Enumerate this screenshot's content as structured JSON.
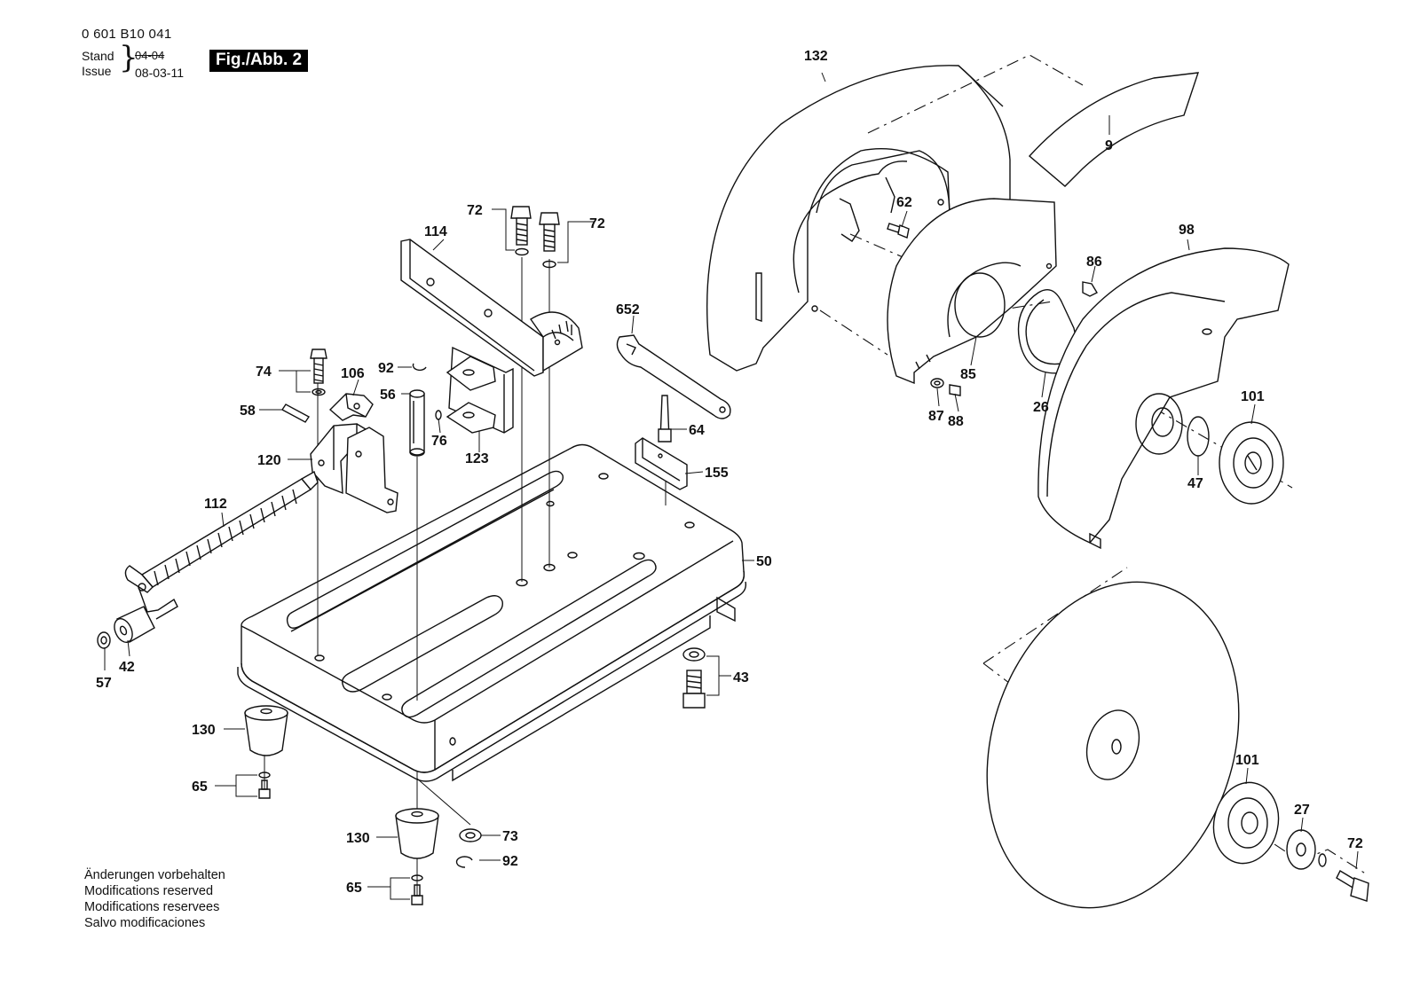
{
  "header": {
    "model_number": "0 601 B10 041",
    "stand_label": "Stand",
    "issue_label": "Issue",
    "brace_glyph": "}",
    "old_date": "04-04",
    "issue_date": "08-03-11",
    "figure_badge": "Fig./Abb. 2"
  },
  "notes": [
    "Änderungen vorbehalten",
    "Modifications reserved",
    "Modifications reservees",
    "Salvo modificaciones"
  ],
  "callouts": {
    "c132": "132",
    "c9": "9",
    "c62": "62",
    "c98": "98",
    "c86": "86",
    "c85": "85",
    "c26": "26",
    "c87": "87",
    "c88": "88",
    "c101a": "101",
    "c47": "47",
    "c72a": "72",
    "c72b": "72",
    "c114": "114",
    "c652": "652",
    "c74": "74",
    "c106": "106",
    "c92a": "92",
    "c56": "56",
    "c58": "58",
    "c76": "76",
    "c123": "123",
    "c64": "64",
    "c120": "120",
    "c155": "155",
    "c112": "112",
    "c50": "50",
    "c42": "42",
    "c57": "57",
    "c43": "43",
    "c130a": "130",
    "c65a": "65",
    "c130b": "130",
    "c73": "73",
    "c92b": "92",
    "c65b": "65",
    "c101b": "101",
    "c27": "27",
    "c72c": "72"
  },
  "colors": {
    "ink": "#111111",
    "paper": "#ffffff",
    "badge_bg": "#000000",
    "badge_text": "#ffffff"
  }
}
